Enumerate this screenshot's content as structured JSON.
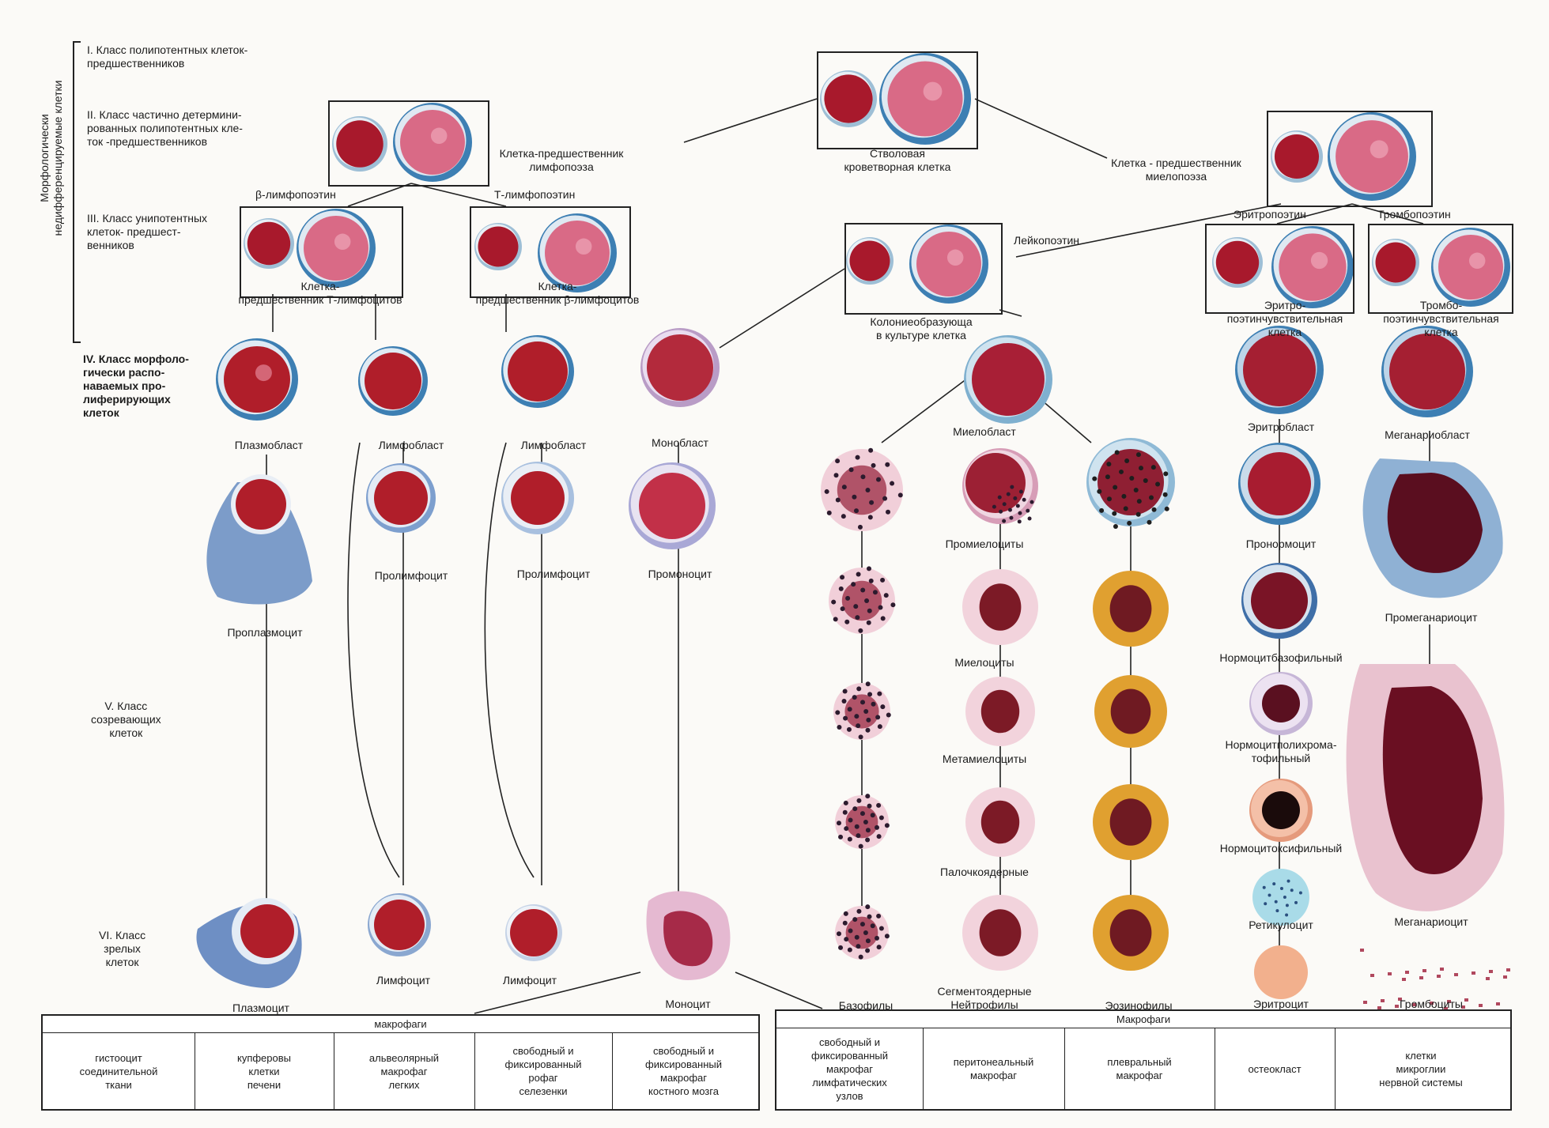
{
  "colors": {
    "nucleus": "#b01e2a",
    "cytoplasm_pink": "#d5607a",
    "rim_blue": "#3d7fb3",
    "halo": "#dfeaf3",
    "eosin": "#e0a030",
    "basophil_dot": "#2c1b2e",
    "line": "#222222"
  },
  "classes": {
    "class1": "I. Класс полипотентных клеток-\nпредшественников",
    "class2": "II. Класс частично детермини-\nрованных полипотентных кле-\nток -предшественников",
    "class3": "III. Класс унипотентных\nклеток- предшест-\nвенников",
    "class4": "IV. Класс морфоло-\nгически распо-\nнаваемых про-\nлиферирующих\nклеток",
    "class5": "V. Класс\nсозревающих\nклеток",
    "class6": "VI. Класс\nзрелых\nклеток",
    "side_label": "Морфологически\nнедифференцируемые клетки"
  },
  "top_labels": {
    "stem_cell": "Стволовая\nкроветворная клетка",
    "lymph_precursor": "Клетка-предшественник\nлимфопоэза",
    "myelo_precursor": "Клетка - предшественник\nмиелопоэза",
    "b_lymphopoietin": "β-лимфопоэтин",
    "t_lymphopoietin": "Т-лимфопоэтин",
    "leukopoietin": "Лейкопоэтин",
    "erythropoietin": "Эритропоэтин",
    "thrombopoietin": "Тромбопоэтин",
    "t_precursor": "Клетка-\nпредшественник Т-лимфоцитов",
    "b_precursor": "Клетка-\nпредшественник β-лимфоцитов",
    "cfu_culture": "Колониеобразующа\nв культуре клетка",
    "erythro_sensitive": "Эритро-\nпоэтинчувствительная\nклетка",
    "thrombo_sensitive": "Тромбо-\nпоэтинчувствительная\nклетка"
  },
  "cell_labels": {
    "plasmoblast": "Плазмобласт",
    "lymphoblast1": "Лимфобласт",
    "lymphoblast2": "Лимфобласт",
    "monoblast": "Монобласт",
    "myeloblast": "Миелобласт",
    "erythroblast": "Эритробласт",
    "megakaryoblast": "Меганариобласт",
    "proplasmocyte": "Проплазмоцит",
    "prolymphocyte1": "Пролимфоцит",
    "prolymphocyte2": "Пролимфоцит",
    "promonocyte": "Промоноцит",
    "promyelocytes": "Промиелоциты",
    "pronormocyte": "Пронормоцит",
    "promegakaryocyte": "Промеганариоцит",
    "myelocytes": "Миелоциты",
    "normo_baso": "Нормоцитбазофильный",
    "metamyelocytes": "Метамиелоциты",
    "normo_poly": "Нормоцитполихрома-\nтофильный",
    "band": "Палочкоядерные",
    "normo_oxy": "Нормоцитоксифильный",
    "reticulocyte": "Ретикулоцит",
    "megakaryocyte": "Меганариоцит",
    "plasmocyte": "Плазмоцит",
    "lymphocyte1": "Лимфоцит",
    "lymphocyte2": "Лимфоцит",
    "monocyte": "Моноцит",
    "basophils": "Базофилы",
    "segmented": "Сегментоядерные\nНейтрофилы",
    "eosinophils": "Эозинофилы",
    "erythrocyte": "Эритроцит",
    "thrombocytes": "Громбоциты"
  },
  "macrophages_left": {
    "header": "макрофаги",
    "cells": [
      "гистооцит\nсоединительной\nткани",
      "купферовы\nклетки\nпечени",
      "альвеолярный\nмакрофаг\nлегких",
      "свободный и\nфиксированный\nрофаг\nселезенки",
      "свободный и\nфиксированный\nмакрофаг\nкостного мозга"
    ]
  },
  "macrophages_right": {
    "header": "Макрофаги",
    "cells": [
      "свободный и\nфиксированный\nмакрофаг\nлимфатических\nузлов",
      "перитонеальный\nмакрофаг",
      "плевральный\nмакрофаг",
      "остеокласт",
      "клетки\nмикроглии\nнервной системы"
    ]
  }
}
